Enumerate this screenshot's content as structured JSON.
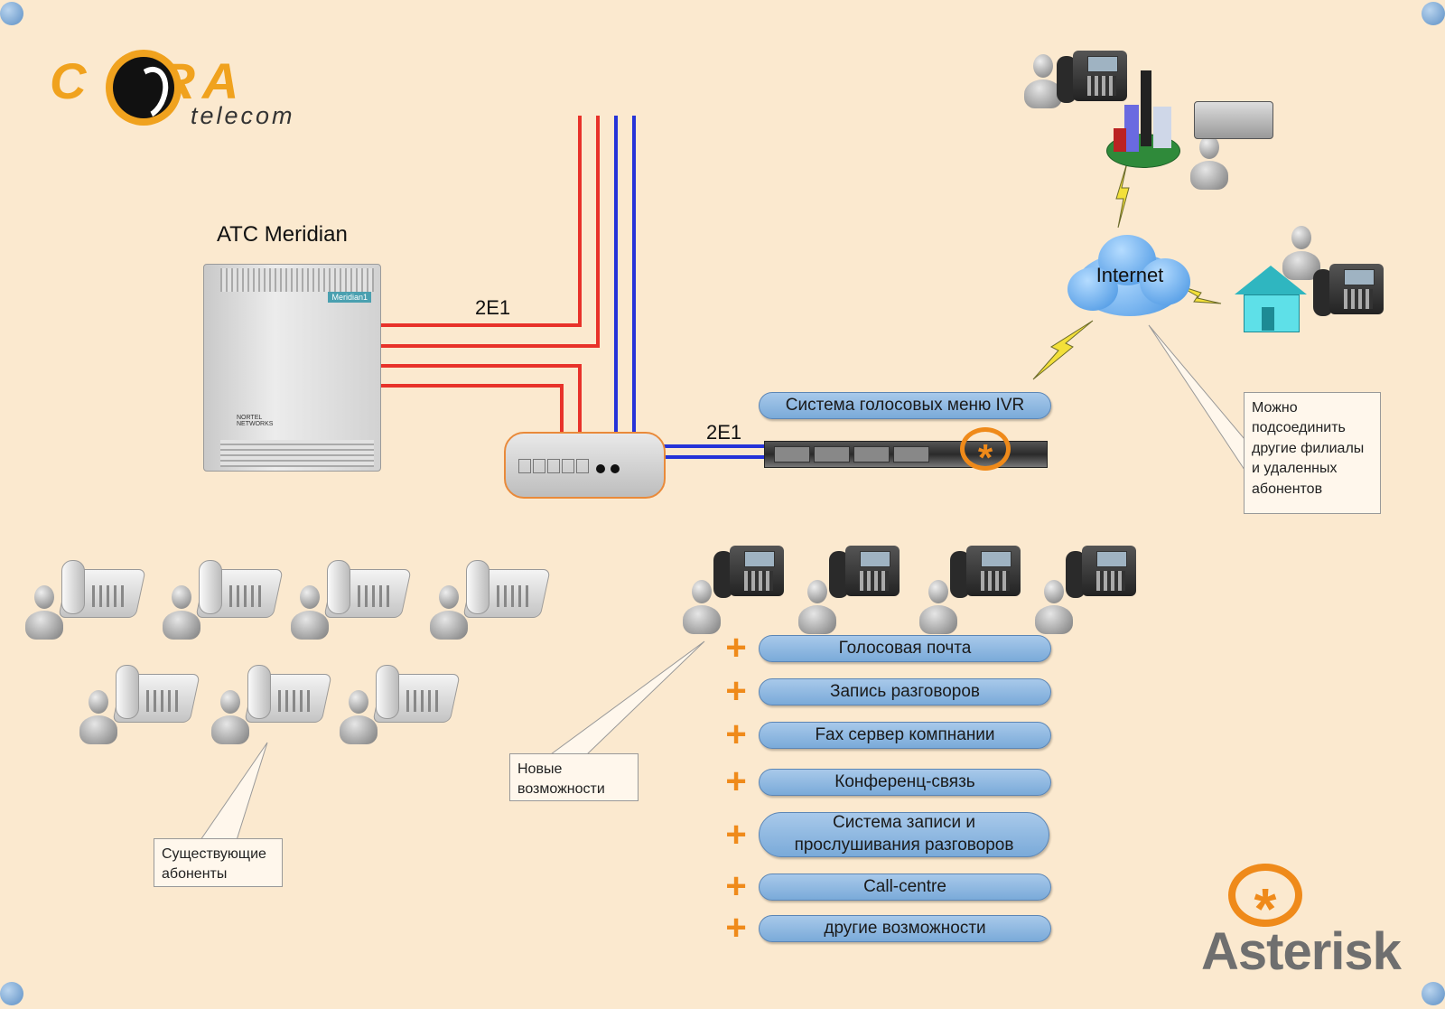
{
  "logo": {
    "brand": "C BRA",
    "sub": "telecom"
  },
  "pbx": {
    "title": "АТС Meridian",
    "badge": "Meridian1",
    "maker": "NORTEL NETWORKS"
  },
  "links": {
    "left": "2E1",
    "right": "2E1"
  },
  "internet": {
    "label": "Internet"
  },
  "ivr": {
    "label": "Система голосовых меню IVR"
  },
  "callouts": {
    "remote": "Можно подсоединить другие филиалы и удаленных абонентов",
    "new": "Новые возможности",
    "existing": "Существующие абоненты"
  },
  "features": [
    "Голосовая почта",
    "Запись разговоров",
    "Fax сервер компнании",
    "Конференц-связь",
    "Система записи и прослушивания разговоров",
    "Call-centre",
    "другие возможности"
  ],
  "asterisk": {
    "label": "Asterisk"
  },
  "colors": {
    "background": "#fbe9cf",
    "accent": "#ef8a1a",
    "pill": "#8fb9e3",
    "red_line": "#e8322a",
    "blue_line": "#2533d8"
  }
}
